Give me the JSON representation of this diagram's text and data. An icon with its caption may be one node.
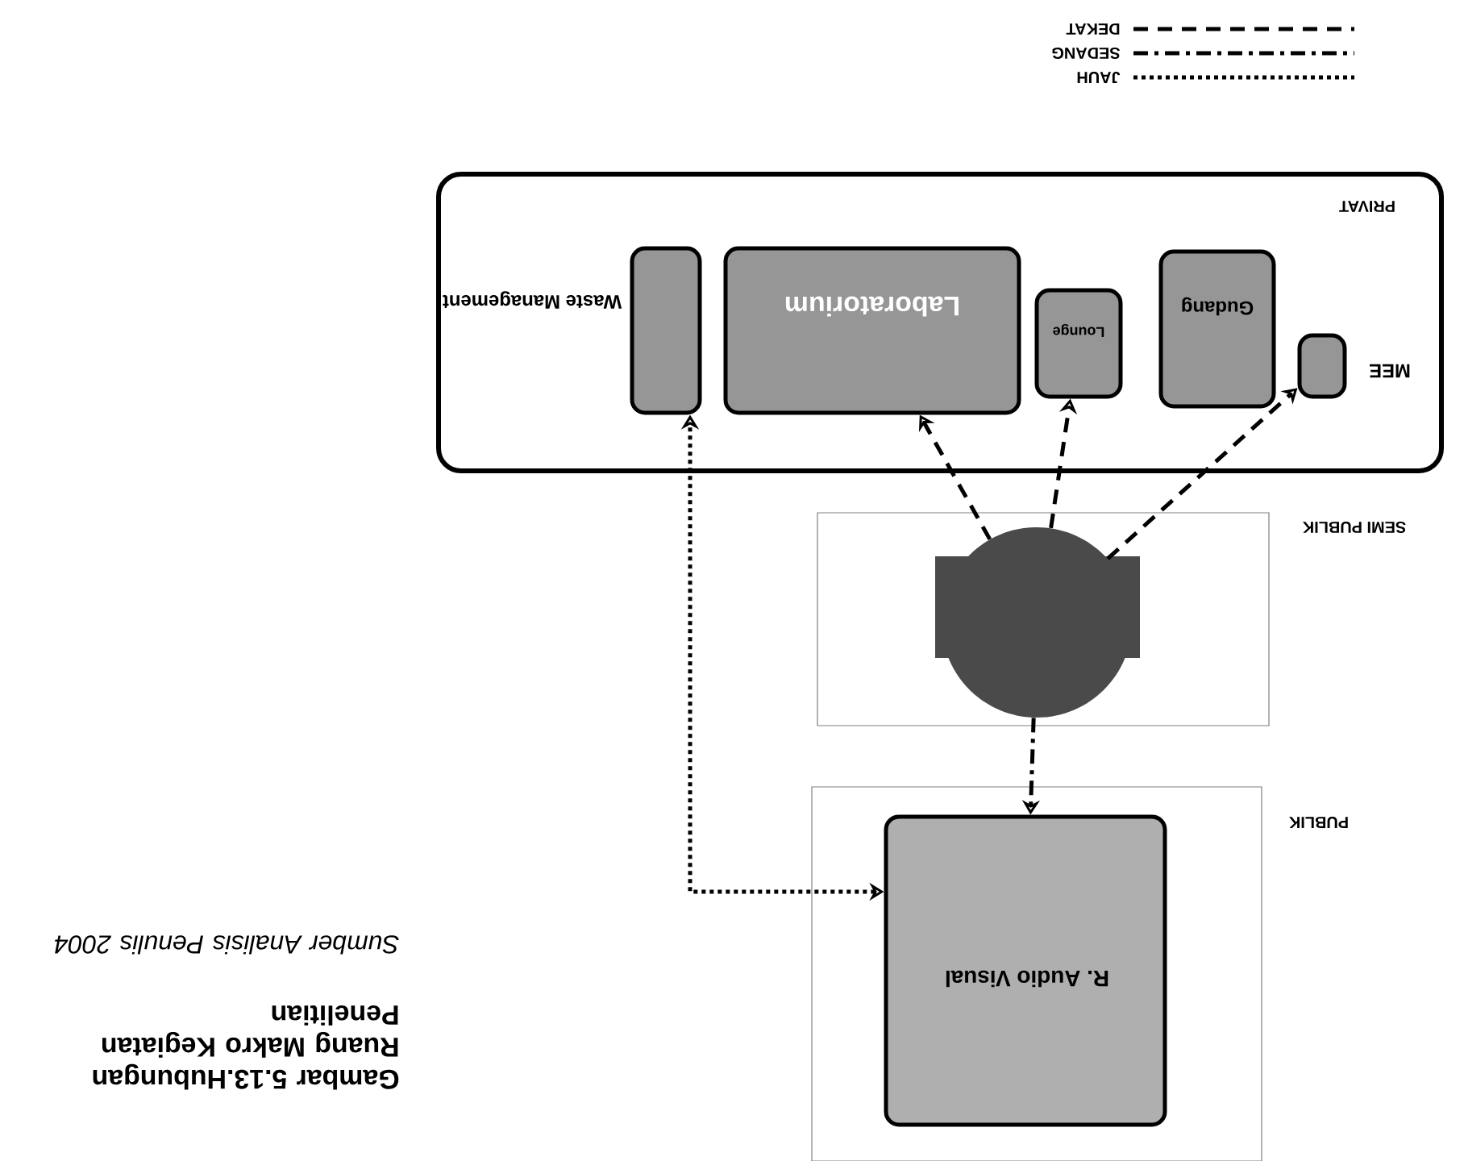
{
  "diagram": {
    "caption": "Gambar 5.13.Hubungan Ruang Makro Kegiatan Penelitian",
    "nodes": [
      {
        "text": [
          "PRIVAT"
        ]
      },
      {
        "text": [
          "Waste Management"
        ],
        "in": 0
      },
      {
        "text": [
          "Laboratorium"
        ],
        "in": 0
      },
      {
        "text": [
          "Lounge"
        ],
        "in": 0
      },
      {
        "text": [
          "Gudang"
        ],
        "in": 0
      },
      {
        "text": [
          "MEE"
        ],
        "in": 0
      },
      {
        "text": [
          "SEMI PUBLIK"
        ]
      },
      {
        "text": [],
        "shape": "circle",
        "in": 6
      },
      {
        "text": [
          "PUBLIK"
        ]
      },
      {
        "text": [
          "R. Audio Visual"
        ],
        "in": 8
      }
    ],
    "edges": [
      {
        "from": 7,
        "to": 5,
        "arrow": "to",
        "style": "dashed"
      },
      {
        "from": 7,
        "to": 3,
        "arrow": "to",
        "style": "dashed"
      },
      {
        "from": 7,
        "to": 2,
        "arrow": "to",
        "style": "dashed"
      },
      {
        "from": 7,
        "to": 9,
        "arrow": "to",
        "style": "dashed"
      },
      {
        "from": 9,
        "to": 1,
        "arrow": "both",
        "style": "dashed"
      }
    ],
    "labels": [
      "Sumber Analisis Penulis 2004"
    ],
    "legend": [
      {
        "text": "DEKAT"
      },
      {
        "text": "SEDANG"
      },
      {
        "text": "JAUH"
      }
    ]
  }
}
